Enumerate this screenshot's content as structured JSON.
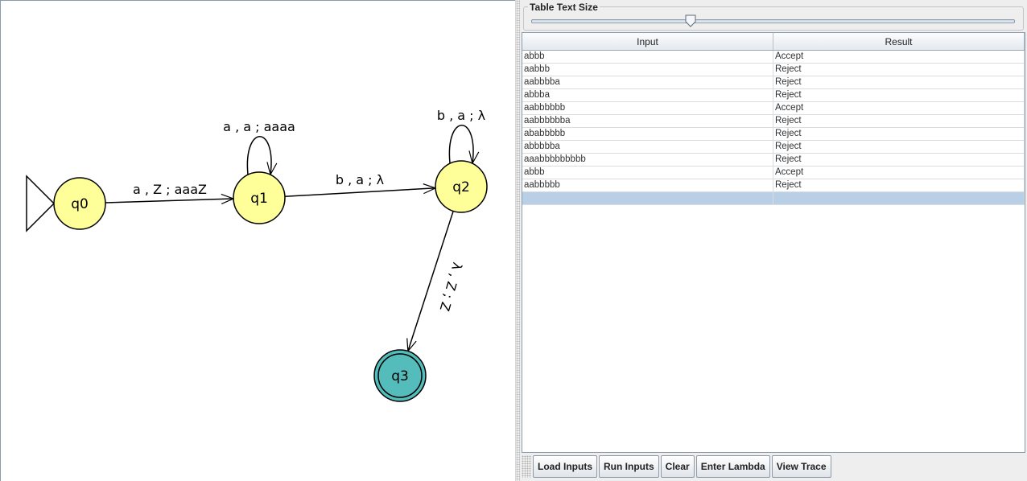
{
  "automaton": {
    "states": [
      {
        "id": "q0",
        "label": "q0",
        "initial": true,
        "final": false
      },
      {
        "id": "q1",
        "label": "q1",
        "initial": false,
        "final": false
      },
      {
        "id": "q2",
        "label": "q2",
        "initial": false,
        "final": false
      },
      {
        "id": "q3",
        "label": "q3",
        "initial": false,
        "final": true
      }
    ],
    "transitions": [
      {
        "from": "q0",
        "to": "q1",
        "label": "a , Z ; aaaZ"
      },
      {
        "from": "q1",
        "to": "q1",
        "label": "a , a ; aaaa"
      },
      {
        "from": "q1",
        "to": "q2",
        "label": "b , a ; λ"
      },
      {
        "from": "q2",
        "to": "q2",
        "label": "b , a ; λ"
      },
      {
        "from": "q2",
        "to": "q3",
        "label": "λ , Z ; Z"
      }
    ],
    "colors": {
      "state_fill": "#ffff99",
      "final_fill": "#55bcbc",
      "stroke": "#000000"
    }
  },
  "text_size_panel": {
    "title": "Table Text Size",
    "slider_fraction": 0.33
  },
  "table": {
    "columns": [
      "Input",
      "Result"
    ],
    "rows": [
      {
        "input": "abbb",
        "result": "Accept"
      },
      {
        "input": "aabbb",
        "result": "Reject"
      },
      {
        "input": "aabbbba",
        "result": "Reject"
      },
      {
        "input": "abbba",
        "result": "Reject"
      },
      {
        "input": "aabbbbbb",
        "result": "Accept"
      },
      {
        "input": "aabbbbbba",
        "result": "Reject"
      },
      {
        "input": "ababbbbb",
        "result": "Reject"
      },
      {
        "input": "abbbbba",
        "result": "Reject"
      },
      {
        "input": "aaabbbbbbbbb",
        "result": "Reject"
      },
      {
        "input": "abbb",
        "result": "Accept"
      },
      {
        "input": "aabbbbb",
        "result": "Reject"
      },
      {
        "input": "",
        "result": ""
      }
    ],
    "selected_row": 11
  },
  "buttons": {
    "load_inputs": "Load Inputs",
    "run_inputs": "Run Inputs",
    "clear": "Clear",
    "enter_lambda": "Enter Lambda",
    "view_trace": "View Trace"
  }
}
